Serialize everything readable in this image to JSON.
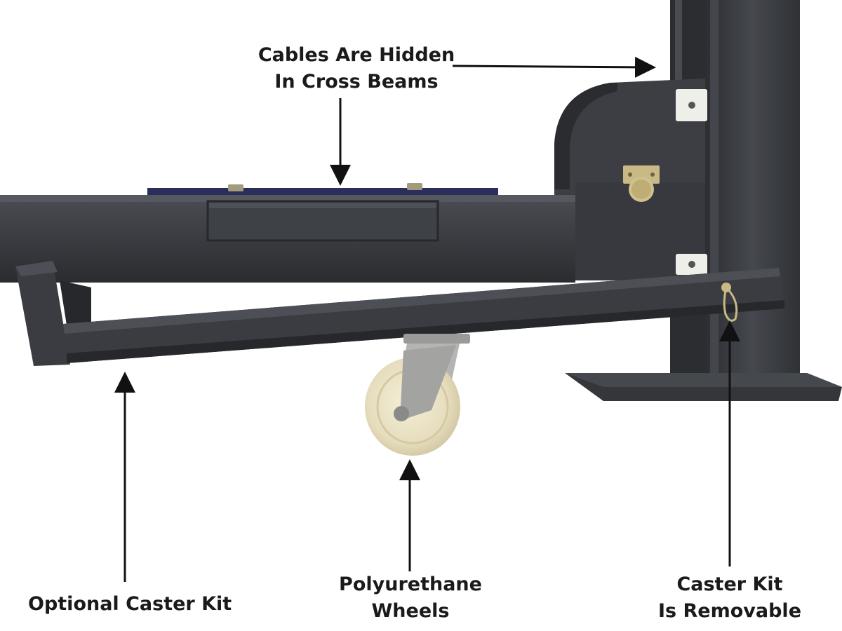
{
  "callouts": {
    "cables": {
      "line1": "Cables Are Hidden",
      "line2": "In Cross Beams"
    },
    "optional_caster": {
      "line1": "Optional Caster Kit"
    },
    "wheels": {
      "line1": "Polyurethane",
      "line2": "Wheels"
    },
    "removable": {
      "line1": "Caster Kit",
      "line2": "Is Removable"
    }
  },
  "colors": {
    "steel": "#3a3c41",
    "steel_dark": "#25272b",
    "steel_light": "#4a4d53",
    "wheel": "#e9e1c4",
    "pad": "#efefea",
    "brass": "#c9b985",
    "arrow": "#111111"
  }
}
